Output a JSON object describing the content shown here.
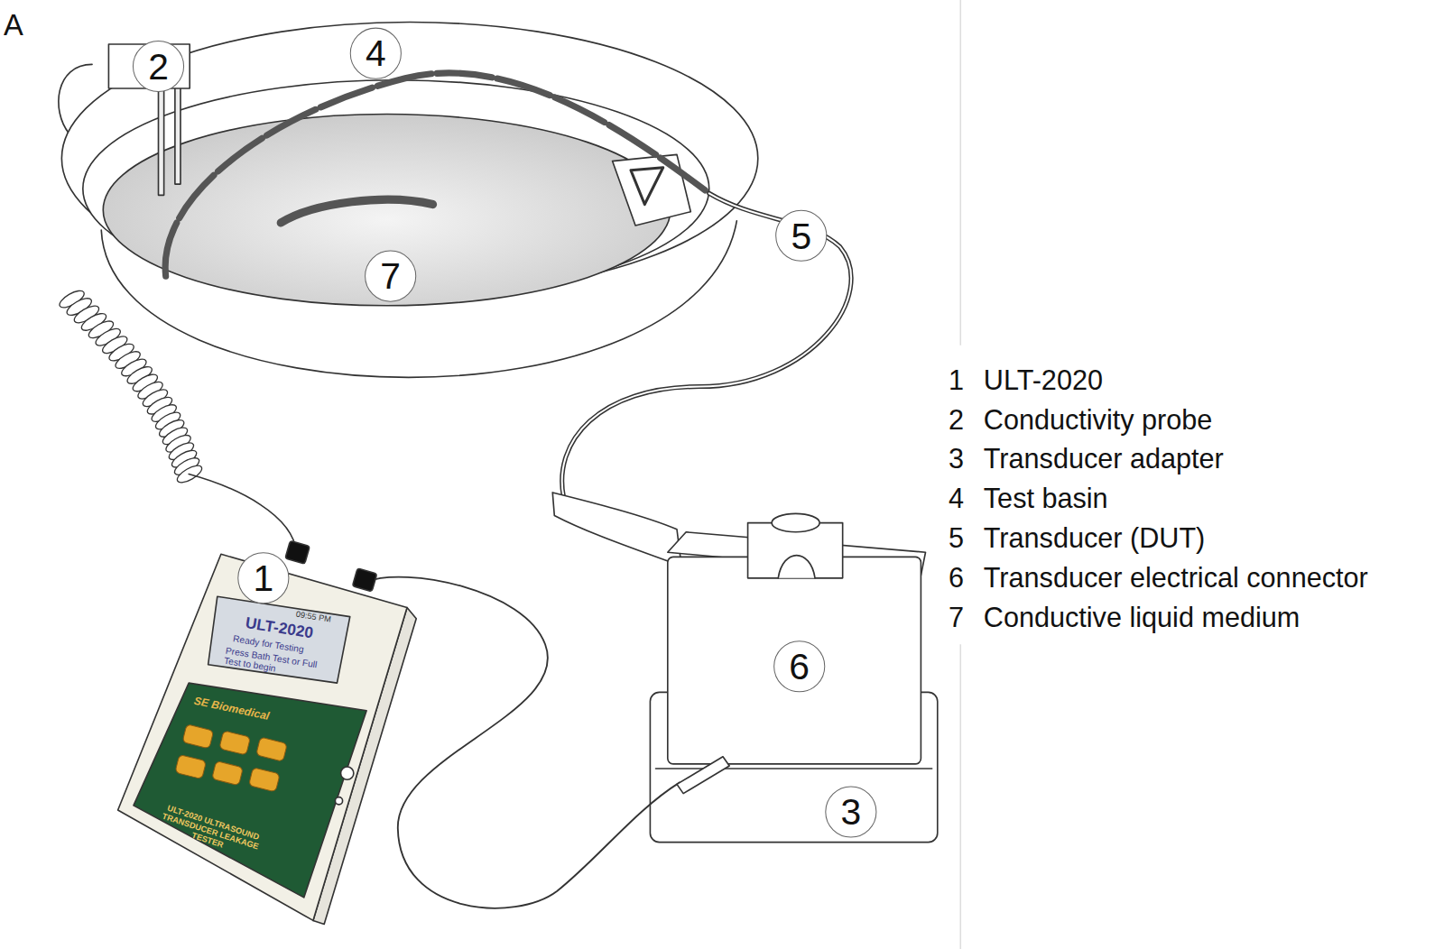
{
  "diagram": {
    "nodes": [
      {
        "text": [
          "1"
        ]
      },
      {
        "text": [
          "2"
        ]
      },
      {
        "text": [
          "3"
        ]
      },
      {
        "text": [
          "4"
        ]
      },
      {
        "text": [
          "5"
        ]
      },
      {
        "text": [
          "6"
        ]
      },
      {
        "text": [
          "7"
        ]
      }
    ],
    "labels": [
      "A",
      "1",
      "ULT-2020",
      "2",
      "Conductivity probe",
      "3",
      "Transducer adapter",
      "4",
      "Test basin",
      "5",
      "Transducer (DUT)",
      "6",
      "Transducer electrical connector",
      "7",
      "Conductive liquid medium",
      "09:55 PM",
      "ULT-2020",
      "Ready for Testing",
      "Press Bath Test or Full Test to begin",
      "SE Biomedical",
      "ULT-2020 ULTRASOUND TRANSDUCER LEAKAGE TESTER"
    ]
  }
}
